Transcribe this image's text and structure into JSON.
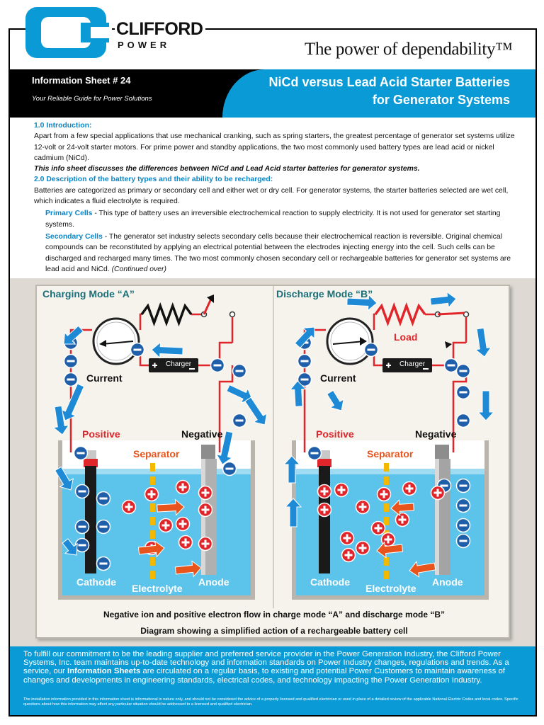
{
  "brand": {
    "name": "CLIFFORD",
    "sub": "POWER",
    "tagline": "The power of dependability™"
  },
  "header": {
    "sheet_number": "Information Sheet # 24",
    "sheet_subtitle": "Your Reliable Guide for Power Solutions",
    "title_line1": "NiCd versus Lead Acid Starter Batteries",
    "title_line2": "for Generator Systems"
  },
  "content": {
    "intro_heading": "1.0  Introduction:",
    "intro_text": "Apart from a few special applications that use mechanical cranking, such as spring starters, the greatest percentage of generator set systems utilize 12-volt or 24-volt starter motors.  For prime power and standby applications, the two most commonly used battery types are lead acid or nickel cadmium (NiCd).",
    "intro_emphasis": "This info sheet discusses the differences between NiCd and Lead Acid starter batteries for generator systems.",
    "desc_heading": "2.0  Description of the battery types and their ability to be recharged:",
    "desc_text": "Batteries are categorized as primary or secondary cell and either wet or dry cell.  For generator systems, the starter batteries selected are wet cell, which indicates a fluid electrolyte is required.",
    "primary_term": "Primary Cells",
    "primary_text": " - This type of battery uses an irreversible electrochemical reaction to supply electricity.  It is not used for generator set starting systems.",
    "secondary_term": "Secondary Cells",
    "secondary_text": " - The generator set industry selects secondary cells because their electrochemical reaction is reversible. Original chemical compounds can be reconstituted by applying an electrical potential between the electrodes injecting energy into the cell. Such cells can be discharged and recharged many times.  The two most commonly chosen secondary cell or rechargeable batteries for generator set systems are lead acid and NiCd. ",
    "continued": "(Continued over)"
  },
  "diagram": {
    "charging_title": "Charging Mode “A”",
    "discharge_title": "Discharge Mode “B”",
    "current_label": "Current",
    "charger_label": "Charger",
    "load_label": "Load",
    "positive_label": "Positive",
    "negative_label": "Negative",
    "separator_label": "Separator",
    "cathode_label": "Cathode",
    "anode_label": "Anode",
    "electrolyte_label": "Electrolyte",
    "caption1": "Negative ion and positive electron flow in charge mode “A” and discharge mode “B”",
    "caption2": "Diagram showing a simplified action of a rechargeable battery cell",
    "colors": {
      "teal_title": "#1a6f7a",
      "red": "#e0252b",
      "blue_ion": "#1f5ea8",
      "water": "#5cc3ea",
      "separator": "#f5b800",
      "arrow_blue": "#1e8ad6",
      "arrow_orange": "#e8541b"
    }
  },
  "footer": {
    "text_before": "To fulfill our commitment to be the leading supplier and preferred service provider in the Power Generation Industry, the Clifford Power Systems, Inc. team maintains up-to-date technology and information standards on Power Industry changes, regulations and trends.  As a service, our ",
    "text_bold": "Information Sheets",
    "text_after": " are circulated on a regular basis, to existing and potential Power Customers to maintain awareness of changes and developments in engineering standards, electrical codes, and technology impacting the Power Generation Industry.",
    "disclaimer": "The installation information provided in this information sheet is informational in nature only, and should not be considered the advice of a properly licensed and qualified electrician or used in place of a detailed review of the applicable National Electric Codes and local codes.  Specific questions about how this information may affect any particular situation should be addressed to a licensed and qualified electrician."
  }
}
